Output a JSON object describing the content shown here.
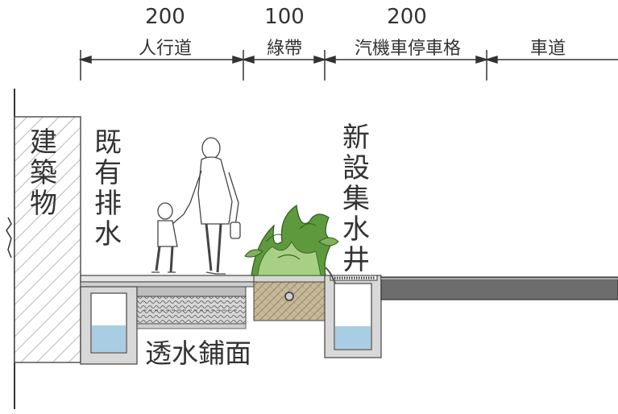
{
  "dimensions": [
    {
      "value": "200",
      "label": "人行道"
    },
    {
      "value": "100",
      "label": "綠帶"
    },
    {
      "value": "200",
      "label": "汽機車停車格"
    },
    {
      "value": "",
      "label": "車道"
    }
  ],
  "labels": {
    "building": [
      "建",
      "築",
      "物"
    ],
    "existing_drain": [
      "既",
      "有",
      "排",
      "水"
    ],
    "new_catch_basin": [
      "新",
      "設",
      "集",
      "水",
      "井"
    ],
    "permeable_paving": "透水鋪面"
  },
  "colors": {
    "line": "#333333",
    "water": "#a9cde3",
    "road": "#6d6d6d",
    "hatch": "#9a9a9a",
    "soil": "#b9a98a",
    "plant_dark": "#4f8a34",
    "plant_light": "#a8cf86"
  }
}
